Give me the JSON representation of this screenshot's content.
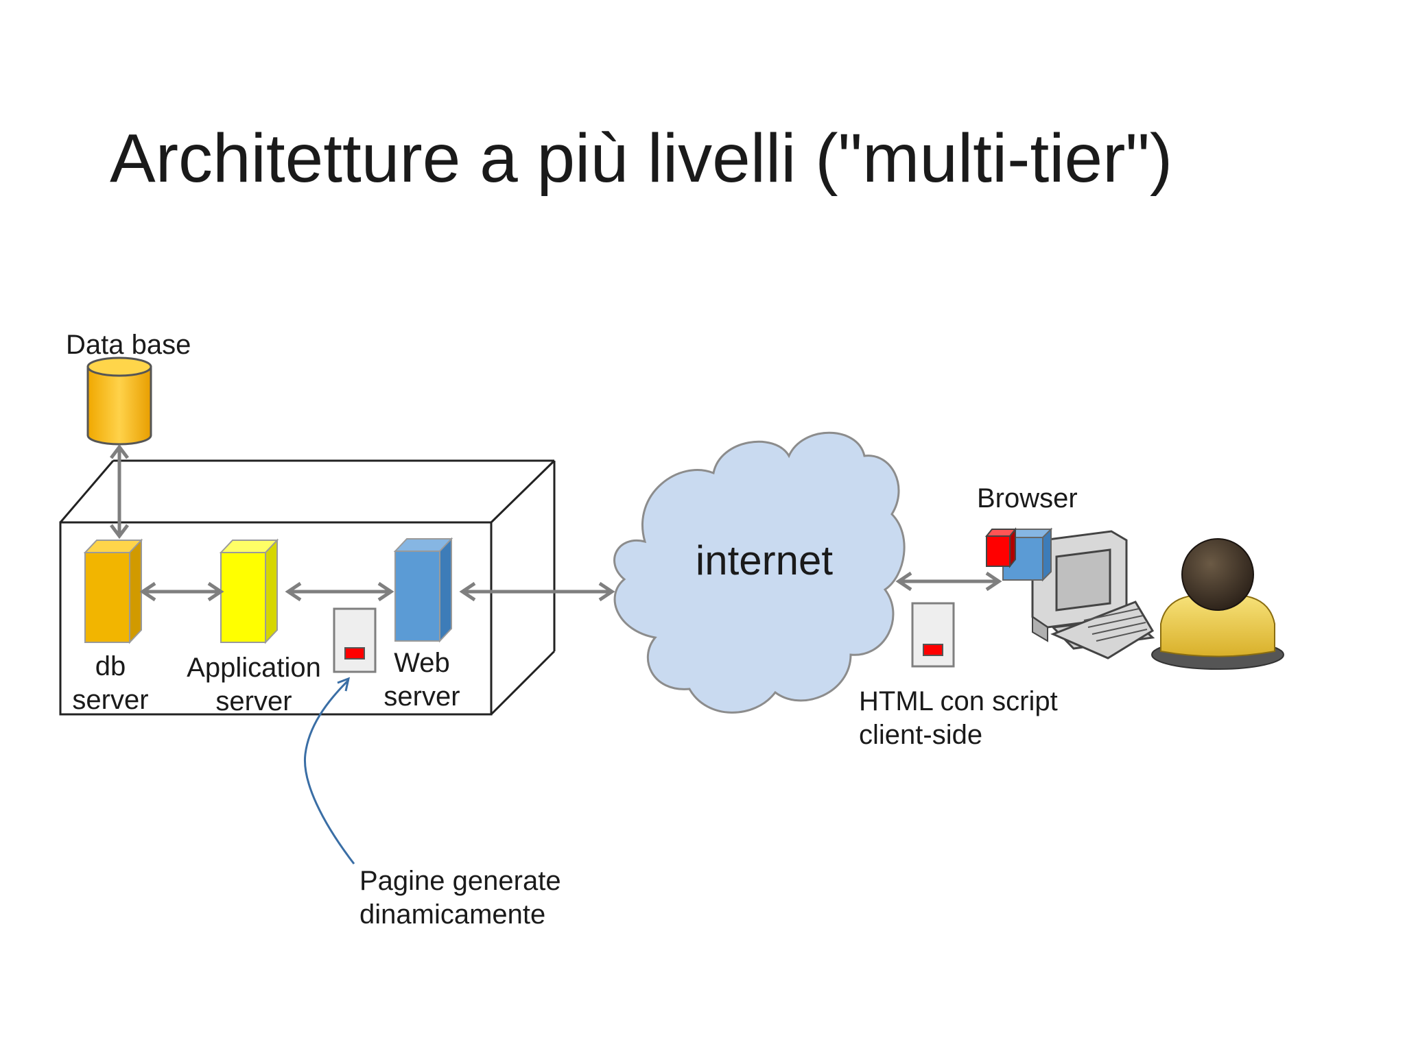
{
  "title": "Architetture a più livelli (\"multi-tier\")",
  "labels": {
    "database": "Data base",
    "db_server": [
      "db",
      "server"
    ],
    "application_server": [
      "Application",
      "server"
    ],
    "web_server": [
      "Web",
      "server"
    ],
    "internet": "internet",
    "browser": "Browser",
    "client_page": [
      "HTML con script",
      "client-side"
    ],
    "dynamic_pages": [
      "Pagine generate",
      "dinamicamente"
    ]
  },
  "colors": {
    "db_server": "#f2b500",
    "application_server": "#ffff00",
    "web_server": "#5b9bd5",
    "cloud": "#c9daf0",
    "database": "#ffc000",
    "script_marker": "#ff0000",
    "user": "#e8c84a",
    "arrow": "#7f7f7f",
    "callout": "#3a6ea5"
  }
}
